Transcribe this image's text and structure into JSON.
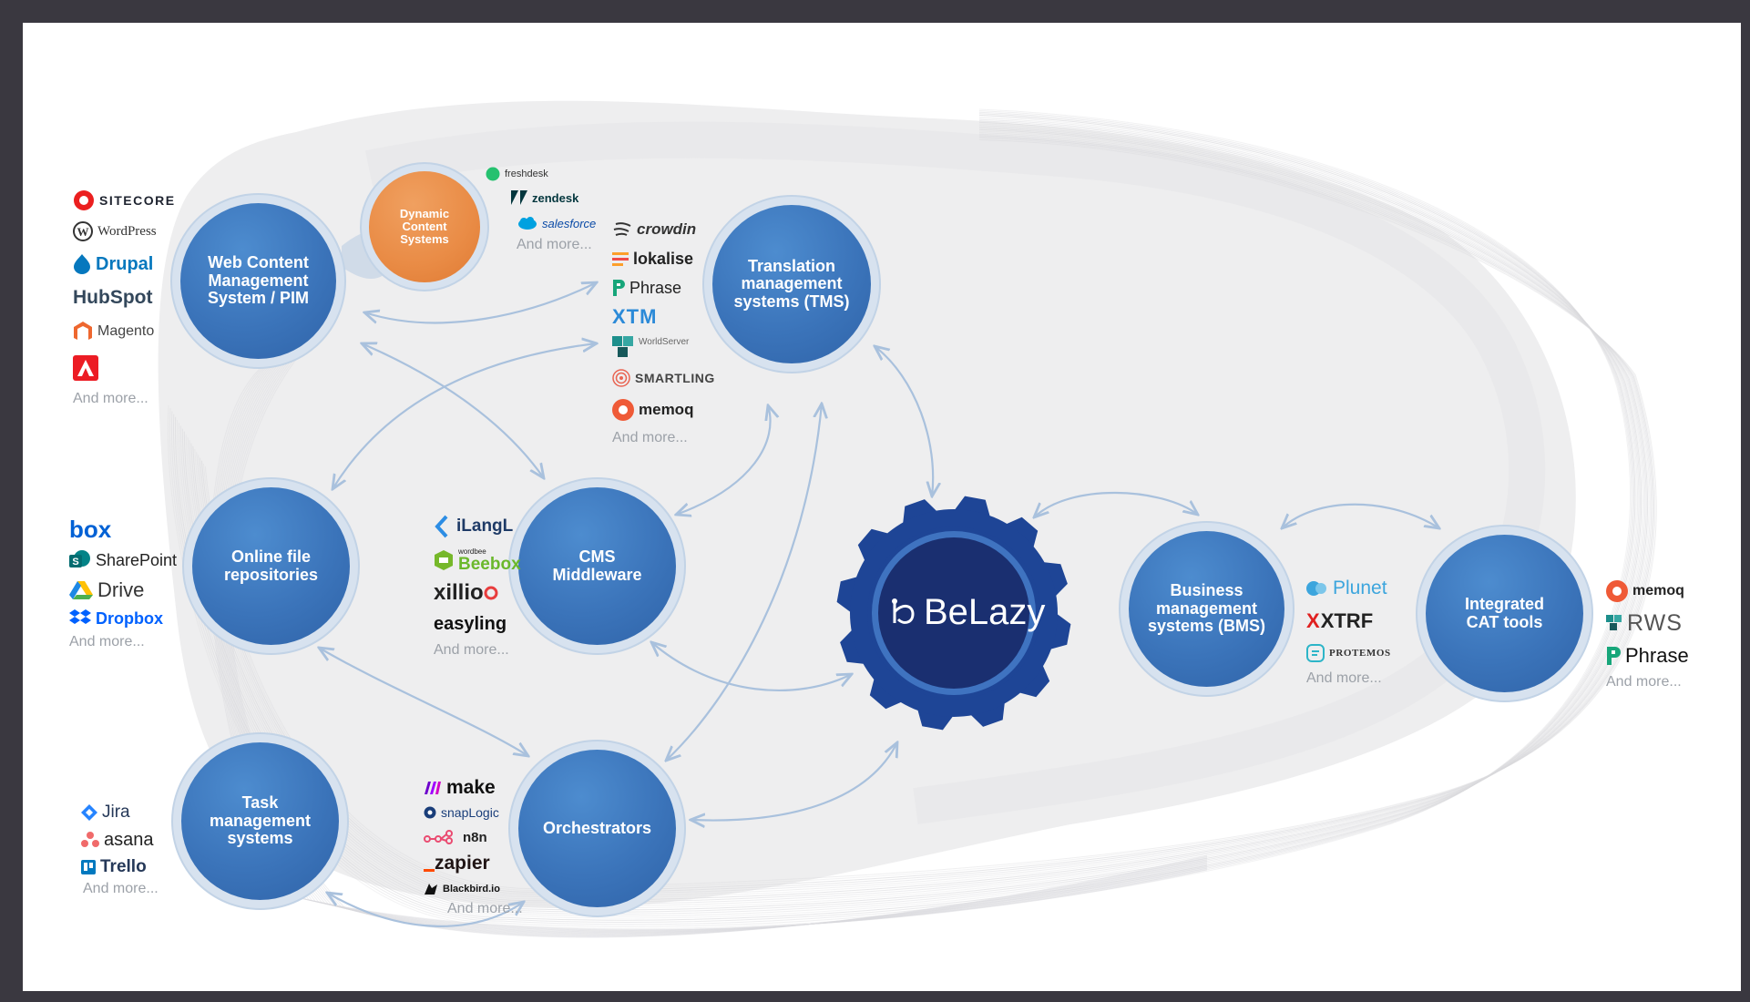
{
  "hub": {
    "label": "BeLazy",
    "color": "#1f3f8f"
  },
  "nodes": {
    "wcms": {
      "label": "Web Content Management System / PIM"
    },
    "dcs": {
      "label": "Dynamic Content Systems"
    },
    "tms": {
      "label": "Translation management systems (TMS)"
    },
    "ofr": {
      "label": "Online file repositories"
    },
    "cmsmw": {
      "label": "CMS Middleware"
    },
    "bms": {
      "label": "Business management systems (BMS)"
    },
    "cat": {
      "label": "Integrated CAT tools"
    },
    "task": {
      "label": "Task management systems"
    },
    "orch": {
      "label": "Orchestrators"
    }
  },
  "logos": {
    "wcms": [
      "SITECORE",
      "WordPress",
      "Drupal",
      "HubSpot",
      "Magento",
      "Adobe"
    ],
    "dcs": [
      "freshdesk",
      "zendesk",
      "salesforce"
    ],
    "tms": [
      "crowdin",
      "lokalise",
      "Phrase",
      "XTM",
      "WorldServer",
      "SMARTLING",
      "memoq"
    ],
    "ofr": [
      "box",
      "SharePoint",
      "Drive",
      "Dropbox"
    ],
    "cmsmw": [
      "iLangL",
      "wordbee",
      "Beebox",
      "xillio",
      "easyling"
    ],
    "bms": [
      "Plunet",
      "XTRF",
      "PROTEMOS"
    ],
    "cat": [
      "memoq",
      "RWS",
      "Phrase"
    ],
    "task": [
      "Jira",
      "asana",
      "Trello"
    ],
    "orch": [
      "make",
      "snapLogic",
      "n8n",
      "zapier",
      "Blackbird.io"
    ]
  },
  "more_label": "And more...",
  "colors": {
    "node": "#3b74ba",
    "node_ring": "#d7e2ef",
    "orange": "#e98b45",
    "arrow": "#a9c1dd",
    "blob": "#efeff0"
  }
}
